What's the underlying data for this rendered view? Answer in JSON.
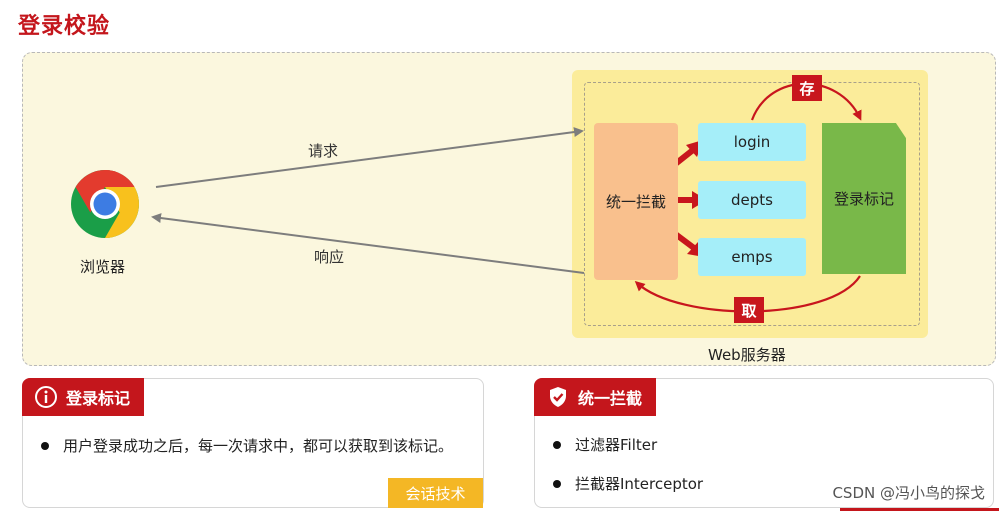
{
  "page": {
    "title": "登录校验"
  },
  "diagram": {
    "browser_label": "浏览器",
    "request_label": "请求",
    "response_label": "响应",
    "interceptor_label": "统一拦截",
    "endpoints": [
      "login",
      "depts",
      "emps"
    ],
    "marker_label": "登录标记",
    "store_badge": "存",
    "fetch_badge": "取",
    "server_caption": "Web服务器"
  },
  "cards": {
    "left": {
      "title": "登录标记",
      "bullet": "用户登录成功之后，每一次请求中，都可以获取到该标记。",
      "tag": "会话技术"
    },
    "right": {
      "title": "统一拦截",
      "bullets": [
        "过滤器Filter",
        "拦截器Interceptor"
      ]
    }
  },
  "watermark": "CSDN @冯小鸟的探戈",
  "colors": {
    "accent_red": "#c4161c",
    "interceptor_fill": "#f9c08d",
    "endpoint_fill": "#a5eef9",
    "marker_fill": "#79b849",
    "server_fill": "#fbec9a",
    "tag_fill": "#f4b725"
  },
  "icons": {
    "browser": "chrome-icon",
    "left_card": "info-icon",
    "right_card": "shield-check-icon"
  }
}
